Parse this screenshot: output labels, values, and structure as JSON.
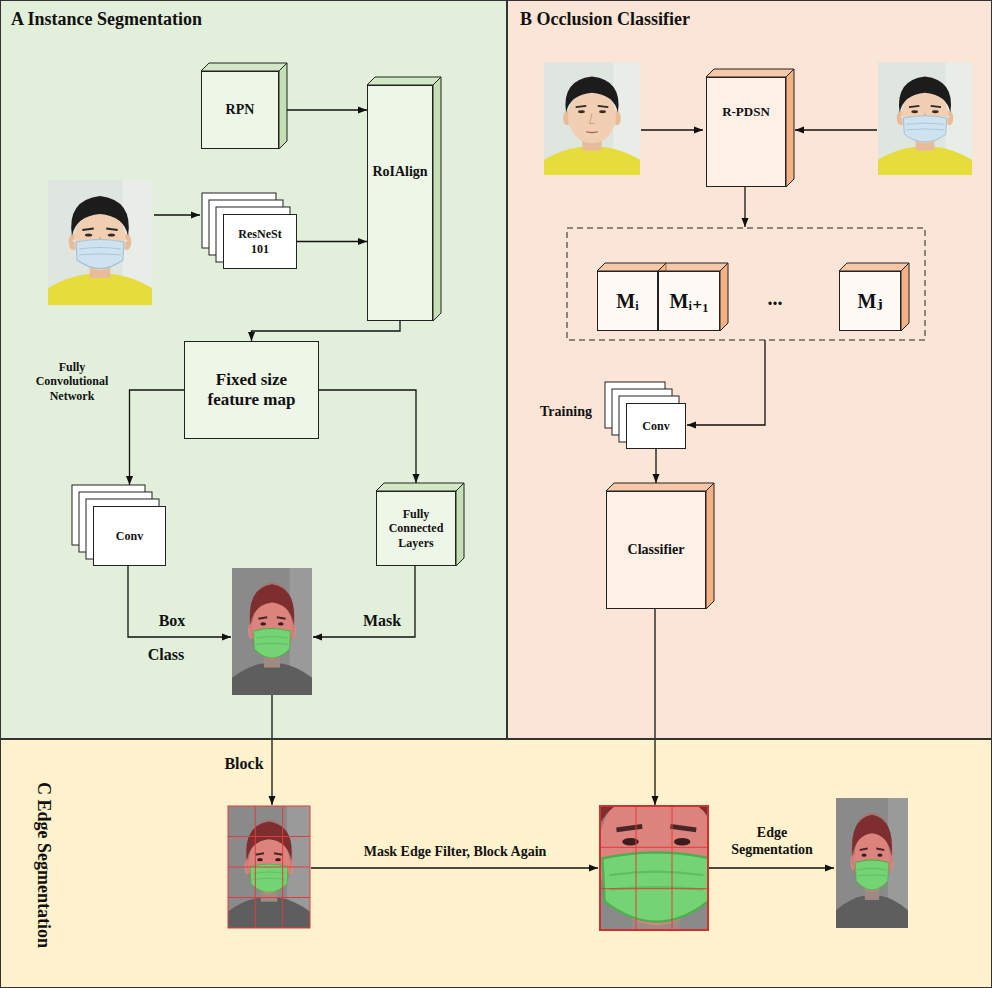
{
  "diagram": {
    "nodes": [
      {
        "text": [
          "A Instance Segmentation"
        ]
      },
      {
        "text": [
          "RPN"
        ],
        "in": 0
      },
      {
        "text": [
          "RoIAlign"
        ],
        "in": 0
      },
      {
        "text": [
          "ResNeSt 101"
        ],
        "in": 0
      },
      {
        "text": [
          "Fixed size feature map"
        ],
        "in": 0
      },
      {
        "text": [
          "Conv"
        ],
        "in": 0
      },
      {
        "text": [
          "Fully Connected Layers"
        ],
        "in": 0
      },
      {
        "text": [
          "B Occlusion Classifier"
        ]
      },
      {
        "text": [
          "R-PDSN"
        ],
        "in": 7
      },
      {
        "text": [
          "Mᵢ"
        ],
        "in": 7
      },
      {
        "text": [
          "Mᵢ₊₁"
        ],
        "in": 7
      },
      {
        "text": [
          "Mⱼ"
        ],
        "in": 7
      },
      {
        "text": [
          "Conv"
        ],
        "in": 7
      },
      {
        "text": [
          "Classifier"
        ],
        "in": 7
      },
      {
        "text": [
          "C Edge Segmentation"
        ]
      }
    ],
    "edges": [
      {
        "from": 1,
        "to": 2,
        "arrow": "to"
      },
      {
        "from": 3,
        "to": 2,
        "arrow": "to"
      },
      {
        "from": 2,
        "to": 4,
        "arrow": "to"
      },
      {
        "from": 4,
        "to": 5,
        "arrow": "to"
      },
      {
        "from": 4,
        "to": 6,
        "arrow": "to"
      },
      {
        "from": 12,
        "to": 13,
        "arrow": "to"
      }
    ],
    "labels": [
      "Fully Convolutional Network",
      "Box",
      "Class",
      "Mask",
      "Block",
      "...",
      "Training",
      "Mask Edge Filter, Block Again",
      "Edge Segmentation"
    ]
  }
}
